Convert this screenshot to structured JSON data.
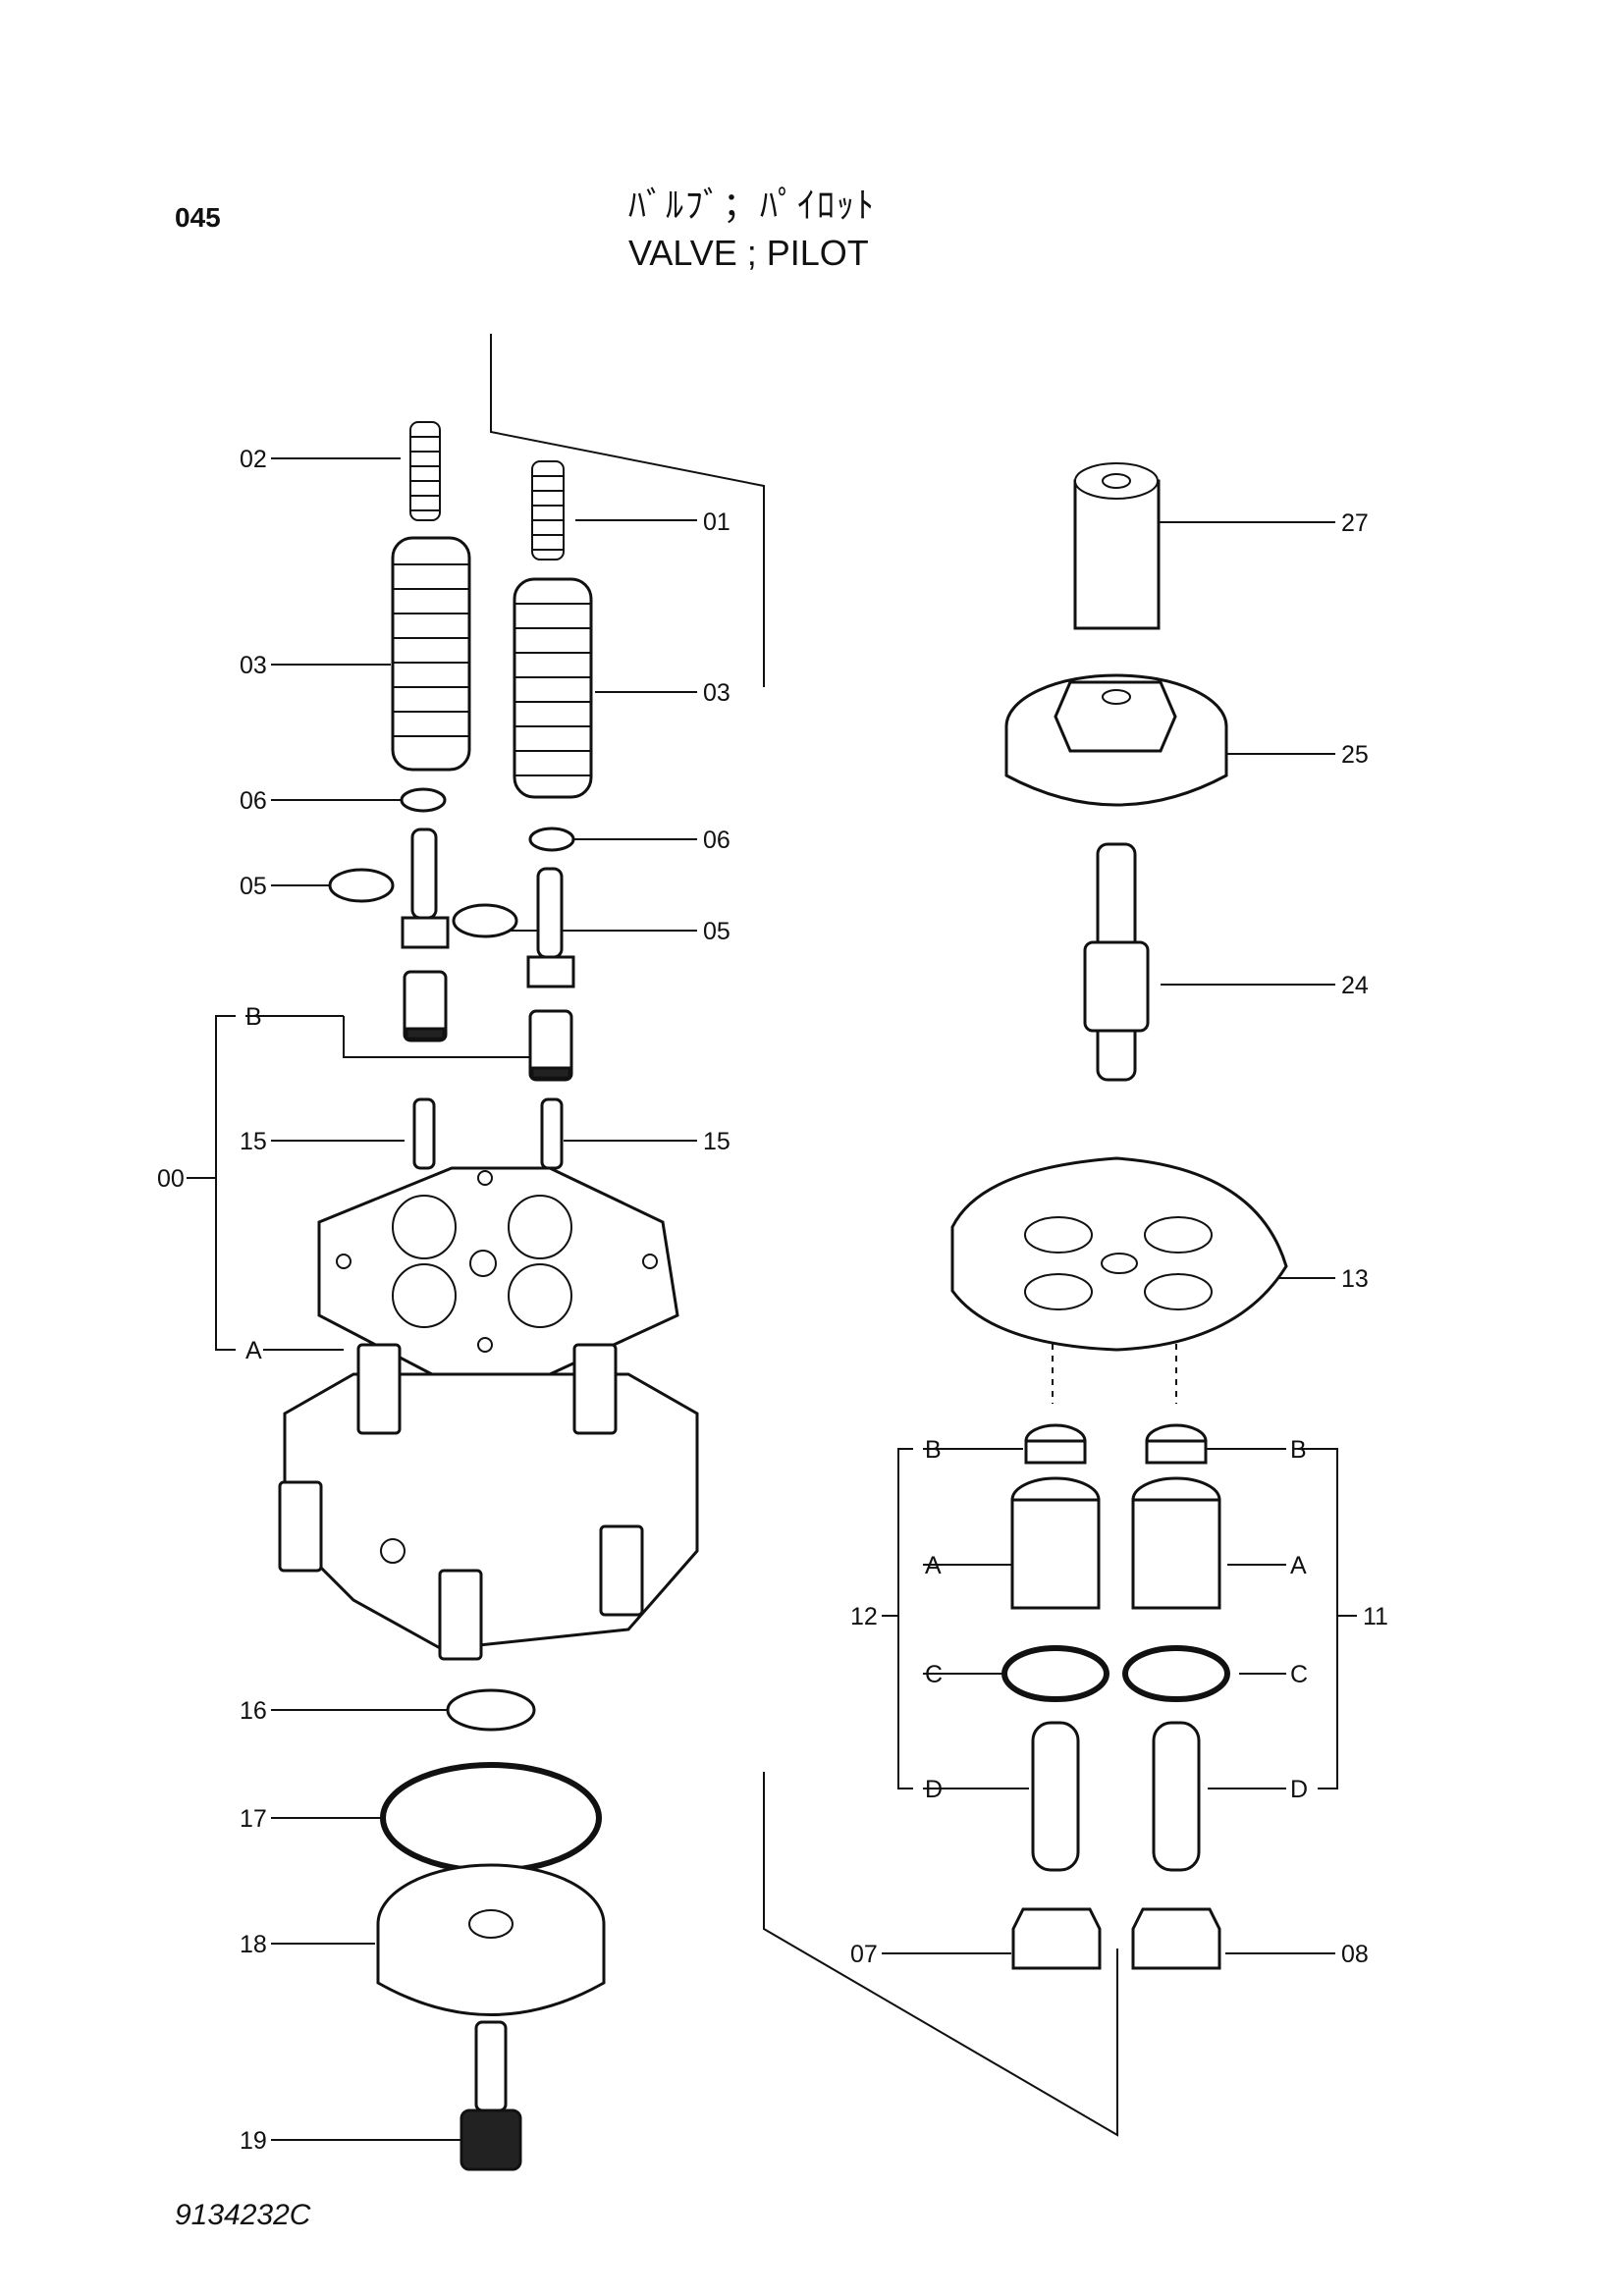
{
  "page_number": "045",
  "title_jp": "ﾊﾞﾙﾌﾞ；ﾊﾟｲﾛｯﾄ",
  "title_en": "VALVE ; PILOT",
  "drawing_number": "9134232C",
  "callouts": {
    "c02": "02",
    "c01": "01",
    "c03l": "03",
    "c03r": "03",
    "c06l": "06",
    "c06r": "06",
    "c05l": "05",
    "c05r": "05",
    "cBl": "B",
    "c00": "00",
    "c15l": "15",
    "c15r": "15",
    "cAl": "A",
    "c16": "16",
    "c17": "17",
    "c18": "18",
    "c19": "19",
    "c27": "27",
    "c25": "25",
    "c24": "24",
    "c13": "13",
    "c12": "12",
    "c11": "11",
    "c12B": "B",
    "c12A": "A",
    "c12C": "C",
    "c12D": "D",
    "c11B": "B",
    "c11A": "A",
    "c11C": "C",
    "c11D": "D",
    "c07": "07",
    "c08": "08"
  }
}
